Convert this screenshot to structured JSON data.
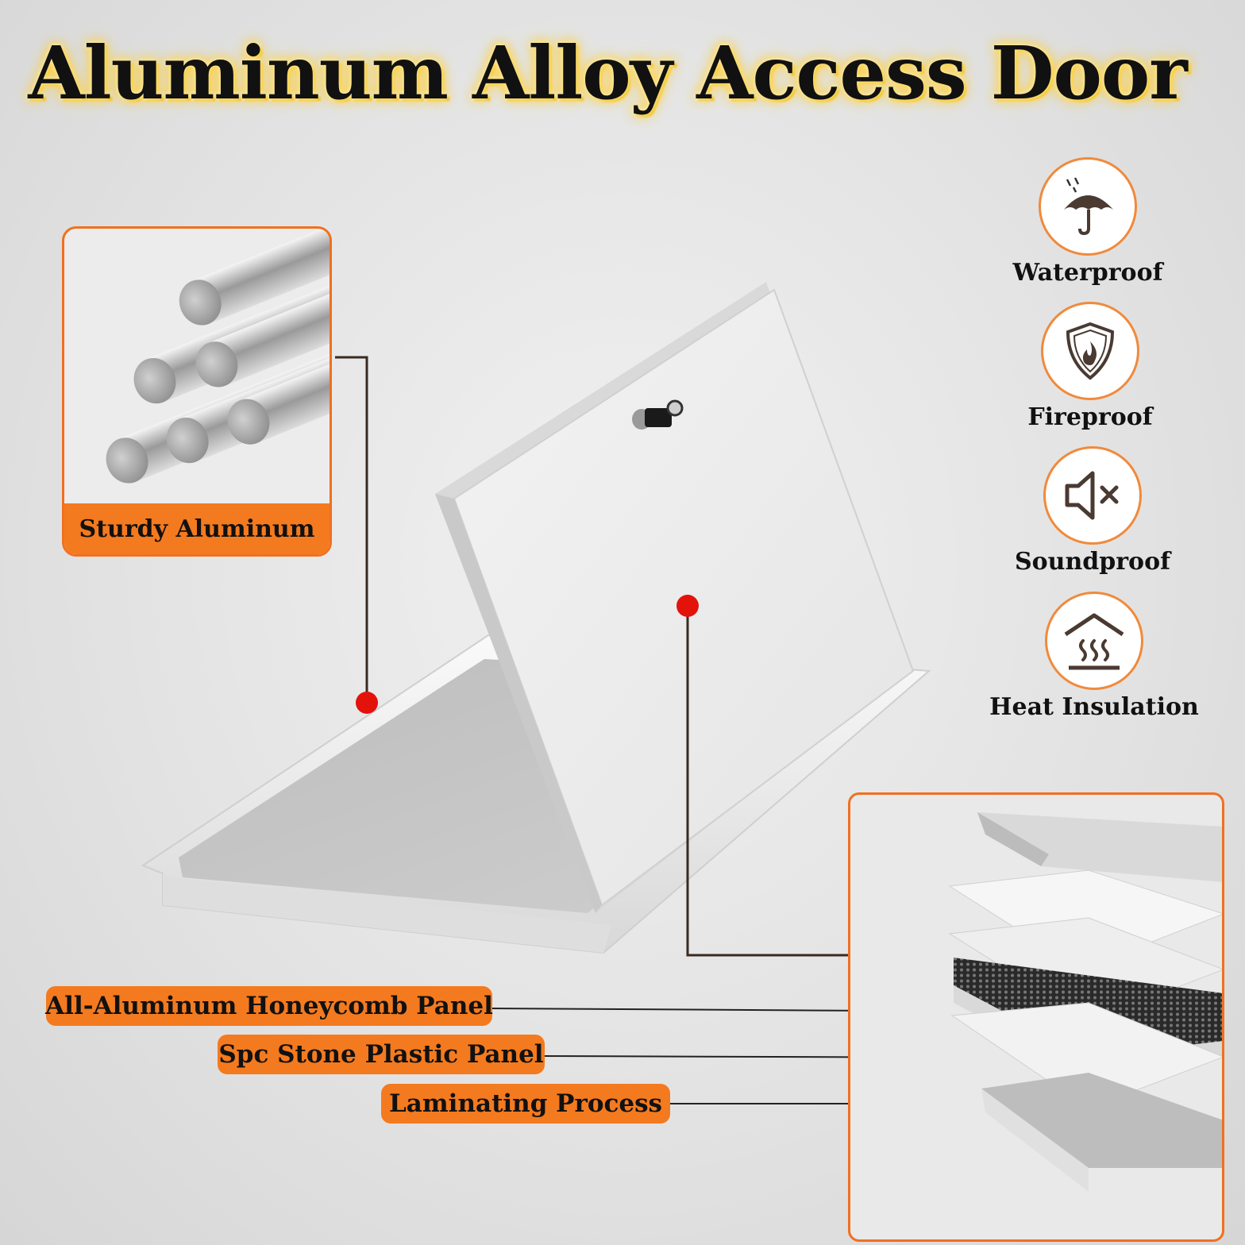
{
  "title": "Aluminum Alloy Access Door",
  "material_card": {
    "label": "Sturdy Aluminum"
  },
  "features": [
    {
      "label": "Waterproof",
      "icon": "umbrella-rain-icon"
    },
    {
      "label": "Fireproof",
      "icon": "shield-flame-icon"
    },
    {
      "label": "Soundproof",
      "icon": "speaker-mute-icon"
    },
    {
      "label": "Heat Insulation",
      "icon": "house-heat-icon"
    }
  ],
  "layer_labels": [
    "All-Aluminum Honeycomb Panel",
    "Spc Stone Plastic Panel",
    "Laminating Process"
  ],
  "colors": {
    "accent": "#f47a1f",
    "marker": "#e3120b",
    "title_glow": "#ffca28"
  }
}
